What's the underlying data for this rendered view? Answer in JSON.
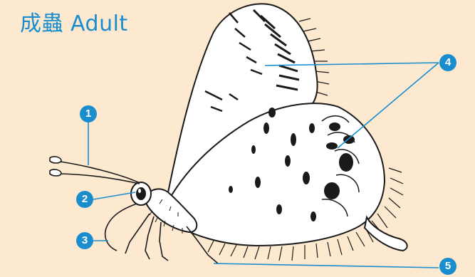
{
  "title": "成蟲 Adult",
  "colors": {
    "background": "#fde9cf",
    "accent": "#1a8dcf",
    "ink": "#1a1a1a"
  },
  "callouts": [
    {
      "number": "1"
    },
    {
      "number": "2"
    },
    {
      "number": "3"
    },
    {
      "number": "4"
    },
    {
      "number": "5"
    }
  ]
}
